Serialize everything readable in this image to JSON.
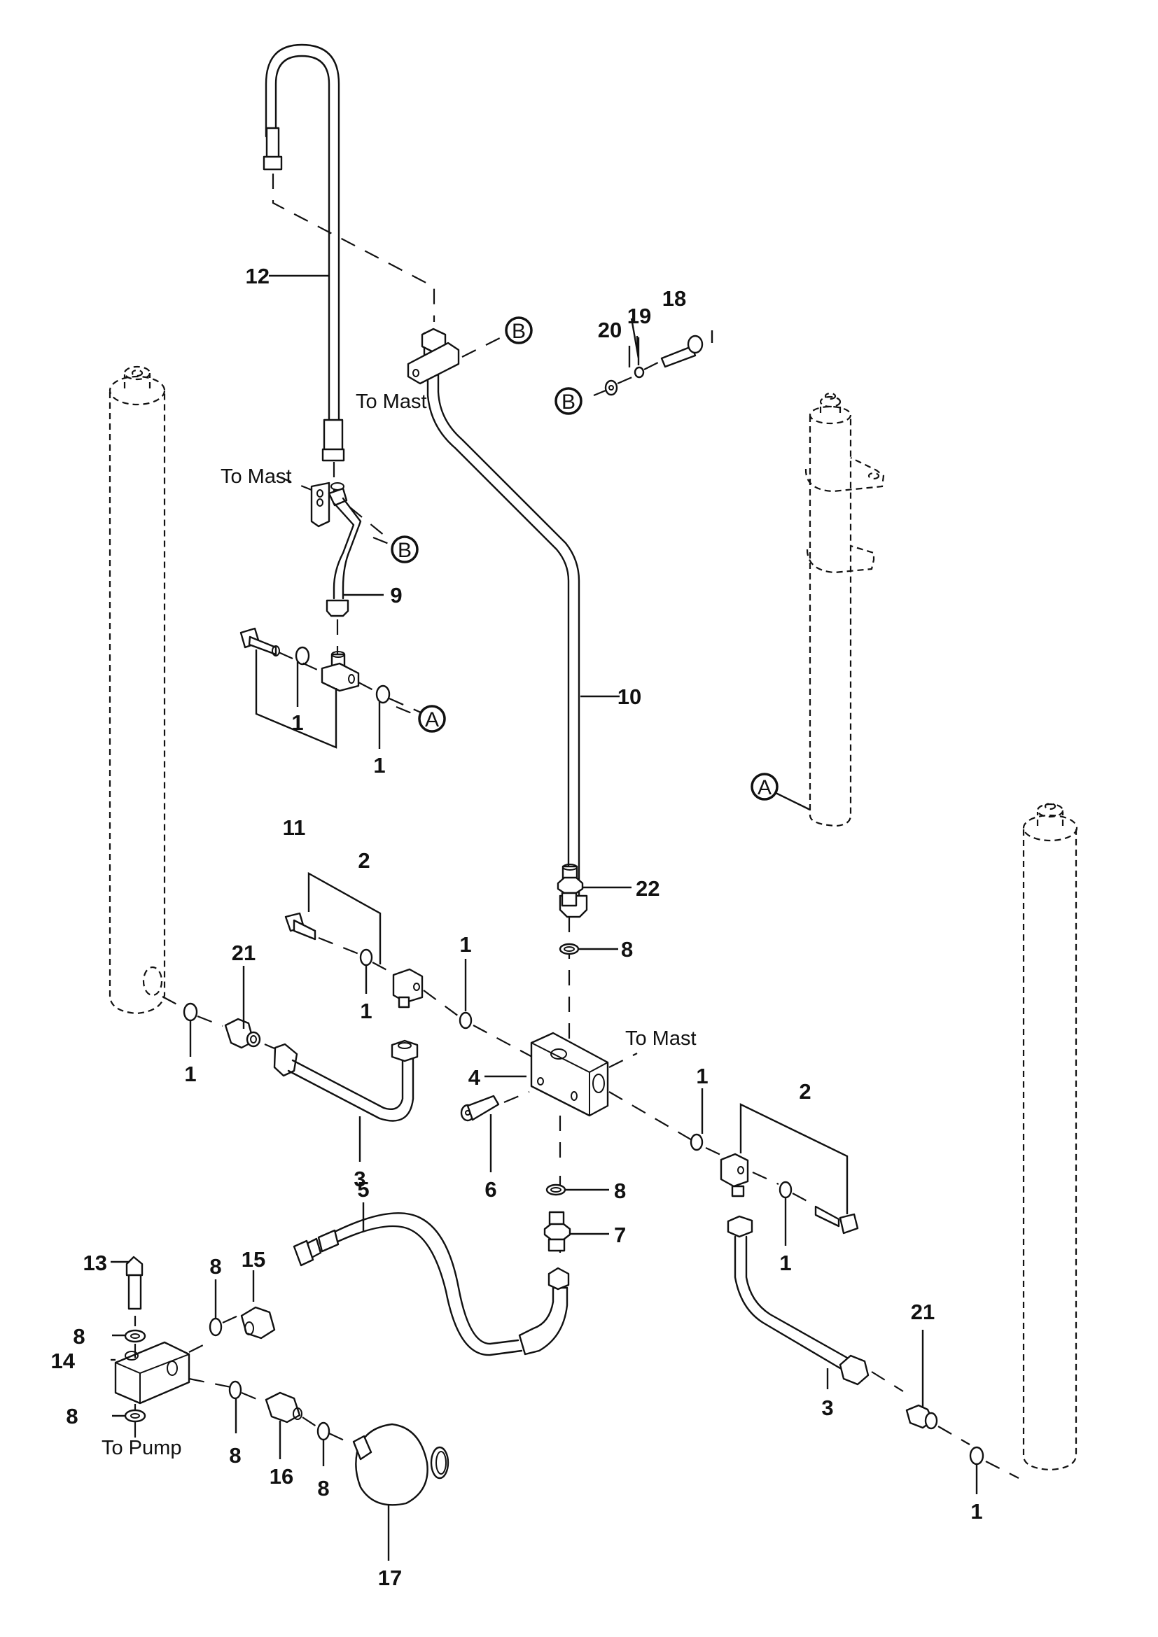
{
  "diagram": {
    "type": "exploded parts diagram",
    "subject": "Hydraulic lift cylinder piping / accumulator assembly",
    "callouts": [
      {
        "id": "c12",
        "number": "12"
      },
      {
        "id": "c18",
        "number": "18"
      },
      {
        "id": "c19",
        "number": "19"
      },
      {
        "id": "c20",
        "number": "20"
      },
      {
        "id": "c9",
        "number": "9"
      },
      {
        "id": "c10",
        "number": "10"
      },
      {
        "id": "c1a",
        "number": "1"
      },
      {
        "id": "c1b",
        "number": "1"
      },
      {
        "id": "c11",
        "number": "11"
      },
      {
        "id": "c2a",
        "number": "2"
      },
      {
        "id": "c22",
        "number": "22"
      },
      {
        "id": "c8a",
        "number": "8"
      },
      {
        "id": "c1c",
        "number": "1"
      },
      {
        "id": "c21a",
        "number": "21"
      },
      {
        "id": "c1d",
        "number": "1"
      },
      {
        "id": "c1e",
        "number": "1"
      },
      {
        "id": "c3a",
        "number": "3"
      },
      {
        "id": "c4",
        "number": "4"
      },
      {
        "id": "c6",
        "number": "6"
      },
      {
        "id": "c1f",
        "number": "1"
      },
      {
        "id": "c2b",
        "number": "2"
      },
      {
        "id": "c1g",
        "number": "1"
      },
      {
        "id": "c8b",
        "number": "8"
      },
      {
        "id": "c7",
        "number": "7"
      },
      {
        "id": "c5",
        "number": "5"
      },
      {
        "id": "c13",
        "number": "13"
      },
      {
        "id": "c8c",
        "number": "8"
      },
      {
        "id": "c15",
        "number": "15"
      },
      {
        "id": "c8d",
        "number": "8"
      },
      {
        "id": "c14",
        "number": "14"
      },
      {
        "id": "c8e",
        "number": "8"
      },
      {
        "id": "c8f",
        "number": "8"
      },
      {
        "id": "c16",
        "number": "16"
      },
      {
        "id": "c8g",
        "number": "8"
      },
      {
        "id": "c17",
        "number": "17"
      },
      {
        "id": "c3b",
        "number": "3"
      },
      {
        "id": "c21b",
        "number": "21"
      },
      {
        "id": "c1h",
        "number": "1"
      }
    ],
    "notes": {
      "to_mast_top": "To Mast",
      "to_mast_left": "To Mast",
      "to_mast_block": "To Mast",
      "to_pump": "To Pump"
    },
    "references": {
      "b_top": "B",
      "b_right": "B",
      "b_left": "B",
      "a_left": "A",
      "a_right": "A"
    }
  }
}
